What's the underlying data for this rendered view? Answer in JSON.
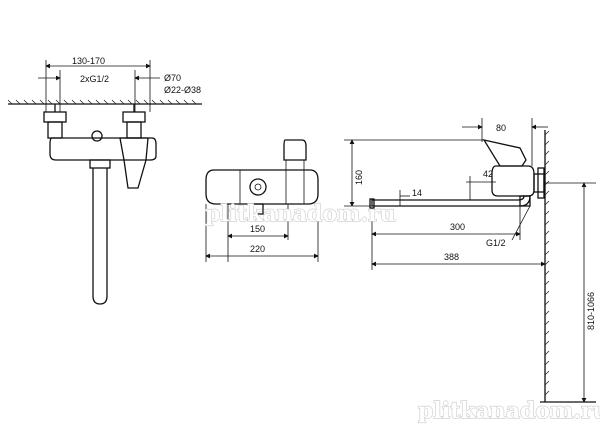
{
  "left_view": {
    "dim_spacing": "130-170",
    "dim_thread": "2xG1/2",
    "dim_diameter": "Ø70",
    "dim_pipe_range": "Ø22-Ø38"
  },
  "front_view": {
    "dim_inner": "150",
    "dim_outer": "220"
  },
  "side_view": {
    "dim_handle": "80",
    "dim_height": "160",
    "dim_offset_14": "14",
    "dim_offset_42": "42",
    "dim_spout": "300",
    "dim_thread": "G1/2",
    "dim_total": "388",
    "dim_mount_height": "810-1066"
  },
  "watermarks": {
    "center": "plitkanadom.ru",
    "bottom": "plitkanadom.ru"
  }
}
